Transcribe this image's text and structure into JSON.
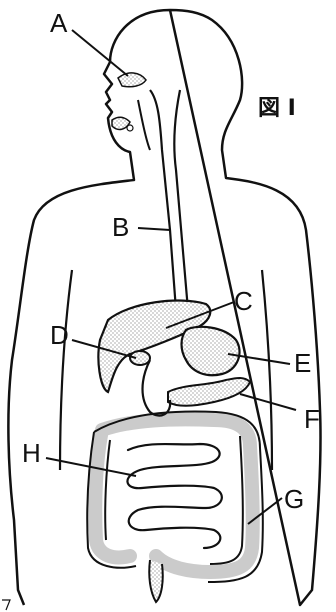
{
  "figure": {
    "title": "図 I"
  },
  "labels": {
    "A": "A",
    "B": "B",
    "C": "C",
    "D": "D",
    "E": "E",
    "F": "F",
    "G": "G",
    "H": "H"
  },
  "colors": {
    "line": "#111111",
    "organ_fill": "#d9d9d9",
    "background": "#ffffff"
  }
}
